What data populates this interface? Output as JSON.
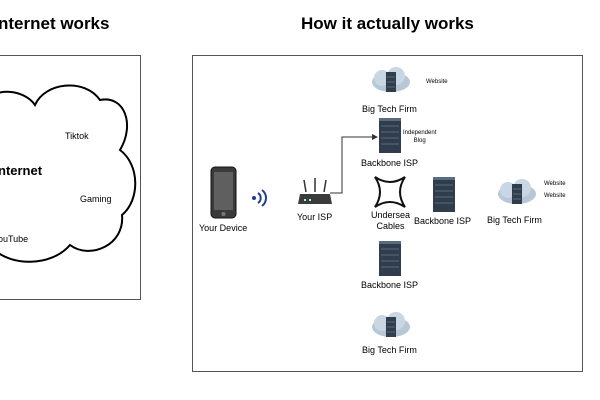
{
  "left": {
    "heading": "nternet works",
    "cloud_center": "nternet",
    "cloud_items": [
      "Tiktok",
      "Gaming",
      "ouTube"
    ]
  },
  "right": {
    "heading": "How it actually works",
    "nodes": {
      "your_device": "Your Device",
      "your_isp": "Your ISP",
      "backbone_top": "Backbone ISP",
      "backbone_mid": "Backbone ISP",
      "backbone_bottom": "Backbone ISP",
      "undersea": "Undersea\nCables",
      "big_tech_top": "Big Tech Firm",
      "big_tech_right": "Big Tech Firm",
      "big_tech_bottom": "Big Tech Firm"
    },
    "small_labels": {
      "website_top": "Website",
      "independent_blog": "Independent\nBlog",
      "website_right_1": "Website",
      "website_right_2": "Website"
    }
  },
  "colors": {
    "server": "#2f3d4c",
    "server_light": "#5a6b7e",
    "cloud_fill": "#b8c7d6",
    "wifi": "#1f3f8f",
    "border": "#555555"
  }
}
